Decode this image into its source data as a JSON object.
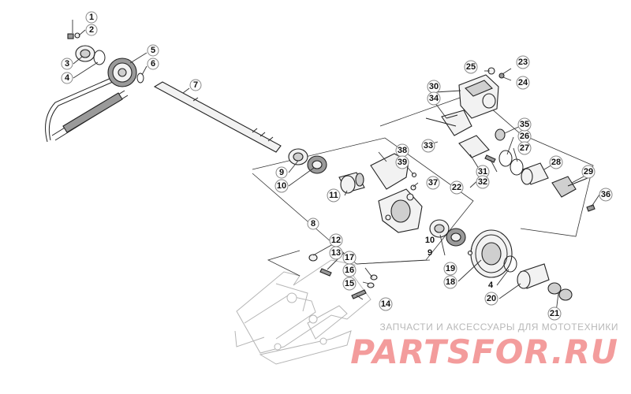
{
  "diagram": {
    "callouts": [
      "1",
      "2",
      "3",
      "4",
      "5",
      "6",
      "7",
      "8",
      "9",
      "10",
      "11",
      "12",
      "13",
      "14",
      "15",
      "16",
      "17",
      "18",
      "19",
      "20",
      "21",
      "22",
      "23",
      "24",
      "25",
      "26",
      "27",
      "28",
      "29",
      "30",
      "31",
      "32",
      "33",
      "34",
      "35",
      "36",
      "37",
      "38",
      "39"
    ],
    "repeat_labels": {
      "four_b": "4",
      "nine_b": "9",
      "ten_b": "10"
    }
  },
  "watermark": {
    "caption": "ЗАПЧАСТИ И АКСЕССУАРЫ ДЛЯ МОТОТЕХНИКИ",
    "logo": "PARTSFOR.RU"
  },
  "colors": {
    "logo": "#f28b8b",
    "caption": "#b8b8b8",
    "line": "#222222"
  }
}
